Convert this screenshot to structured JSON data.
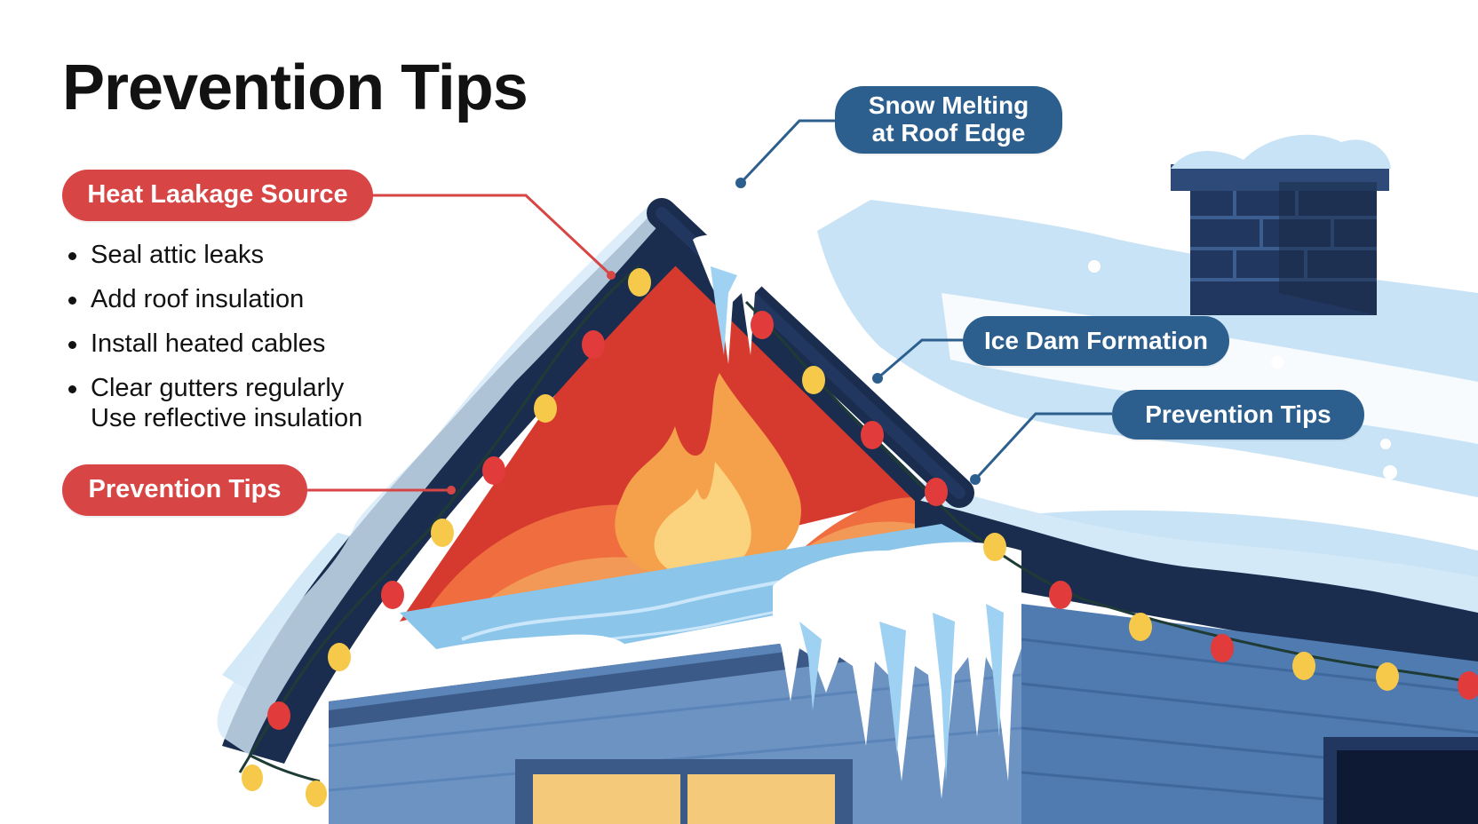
{
  "title": "Prevention Tips",
  "labels": {
    "heat_leakage": "Heat Laakage Source",
    "prevention_left": "Prevention Tips",
    "snow_melting_line1": "Snow Melting",
    "snow_melting_line2": "at Roof Edge",
    "ice_dam": "Ice Dam Formation",
    "prevention_right": "Prevention Tips"
  },
  "tips": [
    "Seal attic leaks",
    "Add roof insulation",
    "Install heated cables",
    "Clear gutters regularly"
  ],
  "tips_continuation": "Use reflective insulation",
  "colors": {
    "red_label": "#d84545",
    "blue_label": "#2d5f8e",
    "roof_dark": "#1b2d4f",
    "snow": "#c9e3f6",
    "fire": "#f5a04a",
    "ice": "#9fd2f2",
    "wall": "#4f7bb0"
  },
  "icons": [
    "house-illustration",
    "chimney-icon",
    "flame-icon",
    "icicles-icon",
    "christmas-lights-icon"
  ]
}
